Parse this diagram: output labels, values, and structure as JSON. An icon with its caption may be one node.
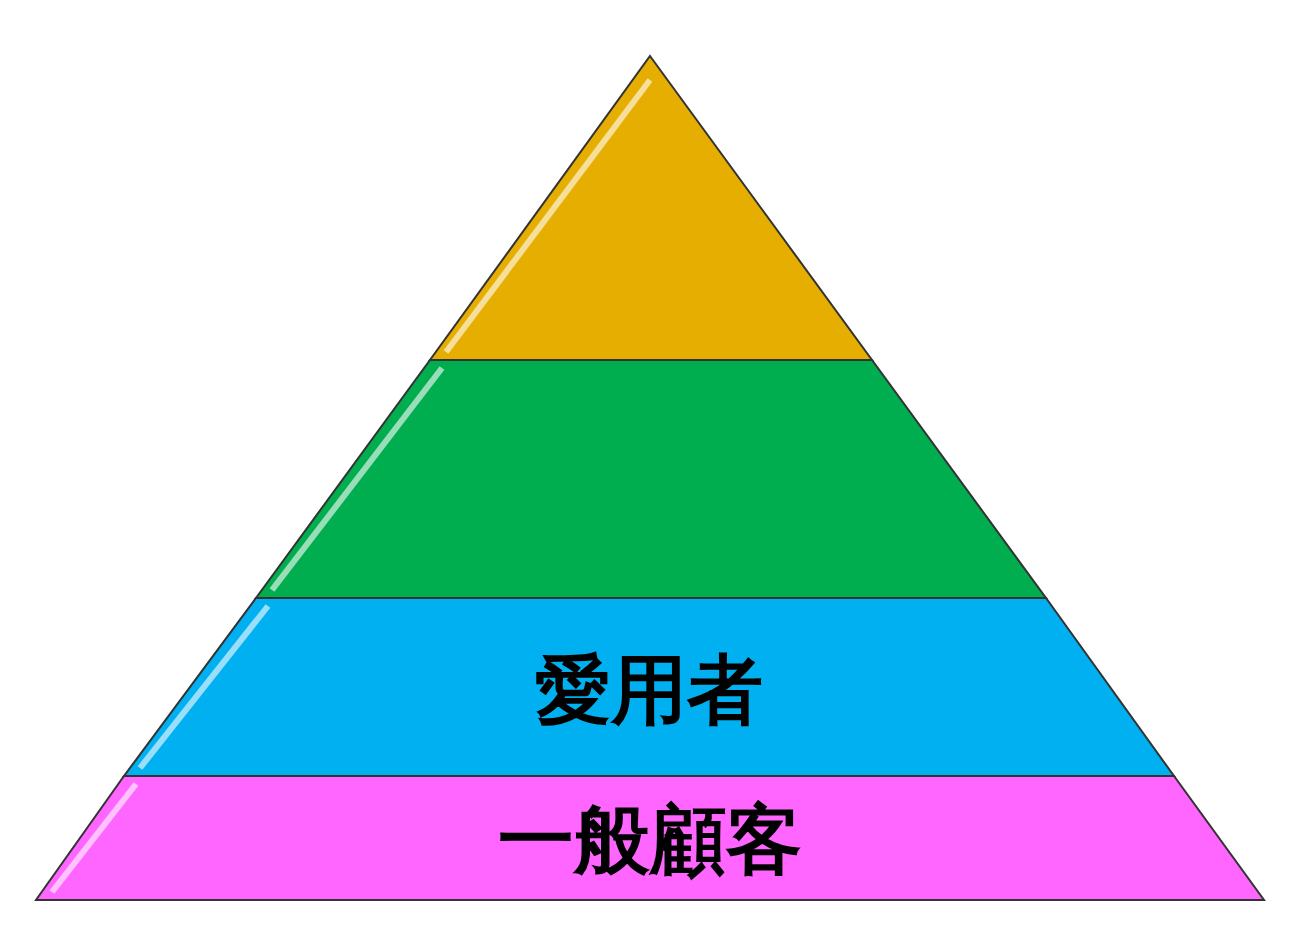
{
  "diagram": {
    "nodes": [
      {
        "text": [],
        "shape": "triangle"
      },
      {
        "text": [],
        "shape": "band"
      },
      {
        "text": [
          "愛用者"
        ]
      },
      {
        "text": [
          "一般顧客"
        ]
      }
    ]
  }
}
